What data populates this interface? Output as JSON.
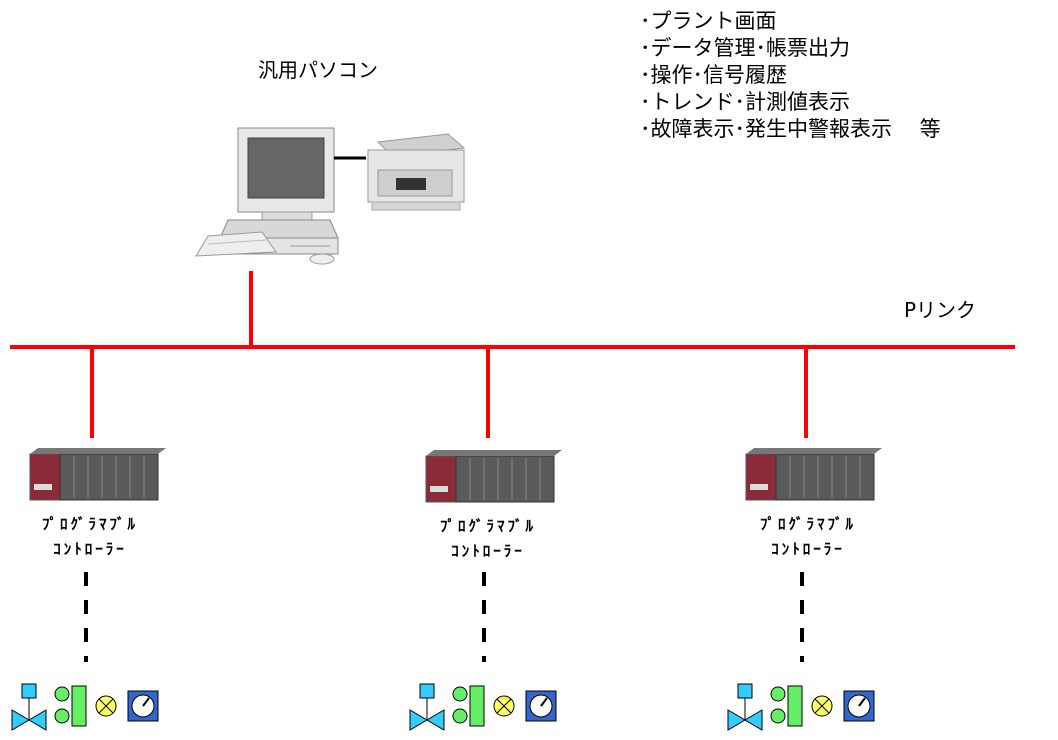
{
  "pc": {
    "title": "汎用パソコン"
  },
  "features": [
    "･プラント画面",
    "･データ管理･帳票出力",
    "･操作･信号履歴",
    "･トレンド･計測値表示",
    "･故障表示･発生中警報表示　 等"
  ],
  "network": {
    "label": "Pリンク"
  },
  "plcs": [
    {
      "label_line1": "ﾌﾟﾛｸﾞﾗﾏﾌﾞﾙ",
      "label_line2": "ｺﾝﾄﾛｰﾗｰ"
    },
    {
      "label_line1": "ﾌﾟﾛｸﾞﾗﾏﾌﾞﾙ",
      "label_line2": "ｺﾝﾄﾛｰﾗｰ"
    },
    {
      "label_line1": "ﾌﾟﾛｸﾞﾗﾏﾌﾞﾙ",
      "label_line2": "ｺﾝﾄﾛｰﾗｰ"
    }
  ],
  "colors": {
    "link": "#ff0000",
    "valve": "#33ccff",
    "sensor": "#66ee66",
    "lamp": "#ffff66",
    "meter": "#3366cc"
  }
}
